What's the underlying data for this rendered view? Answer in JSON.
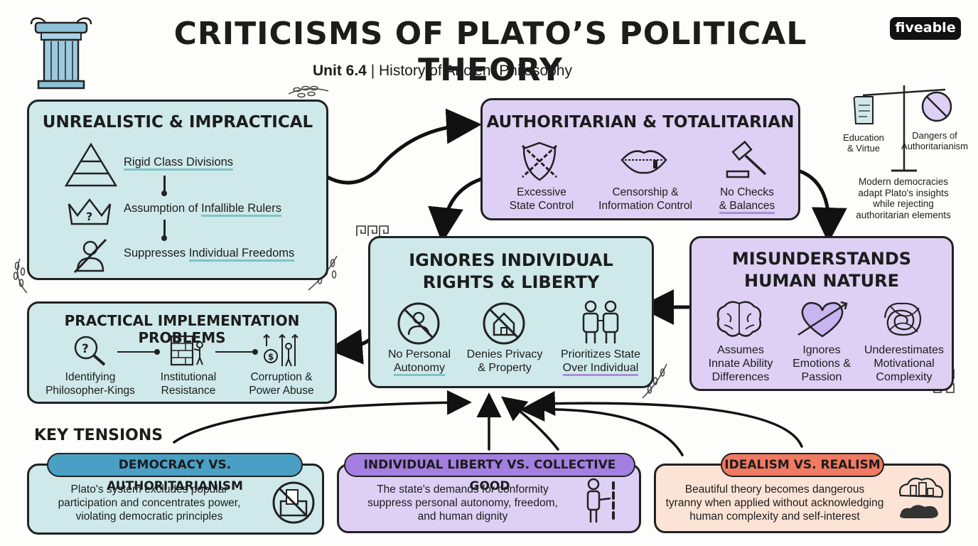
{
  "header": {
    "title": "CRITICISMS OF PLATO’S POLITICAL THEORY",
    "unit": "Unit 6.4",
    "separator": "|",
    "course": "History of Ancient Philosophy",
    "brand": "fiveable"
  },
  "unrealistic": {
    "title": "UNREALISTIC & IMPRACTICAL",
    "items": [
      {
        "icon": "pyramid-icon",
        "text": "Rigid Class Divisions"
      },
      {
        "icon": "crown-question-icon",
        "prefix": "Assumption of ",
        "underlined": "Infallible Rulers"
      },
      {
        "icon": "crossed-person-icon",
        "prefix": "Suppresses ",
        "underlined": "Individual Freedoms"
      }
    ]
  },
  "authoritarian": {
    "title": "AUTHORITARIAN & TOTALITARIAN",
    "items": [
      {
        "icon": "chained-shield-icon",
        "line1": "Excessive",
        "line2": "State Control"
      },
      {
        "icon": "zipped-mouth-icon",
        "line1": "Censorship &",
        "line2": "Information Control"
      },
      {
        "icon": "gavel-icon",
        "line1": "No Checks",
        "line2": "& Balances"
      }
    ]
  },
  "side_note": {
    "left_label_1": "Education",
    "left_label_2": "& Virtue",
    "right_label_1": "Dangers of",
    "right_label_2": "Authoritarianism",
    "caption_1": "Modern democracies",
    "caption_2": "adapt Plato's insights",
    "caption_3": "while rejecting",
    "caption_4": "authoritarian elements"
  },
  "ignores": {
    "title_1": "IGNORES INDIVIDUAL",
    "title_2": "RIGHTS & LIBERTY",
    "items": [
      {
        "icon": "no-person-icon",
        "line1": "No Personal",
        "line2": "Autonomy"
      },
      {
        "icon": "no-house-icon",
        "line1": "Denies Privacy",
        "line2": "& Property"
      },
      {
        "icon": "state-over-individual-icon",
        "line1": "Prioritizes State",
        "line2": "Over Individual"
      }
    ]
  },
  "misunderstands": {
    "title_1": "MISUNDERSTANDS",
    "title_2": "HUMAN NATURE",
    "items": [
      {
        "icon": "brain-icon",
        "line1": "Assumes",
        "line2": "Innate Ability",
        "line3": "Differences"
      },
      {
        "icon": "heart-arrow-icon",
        "line1": "Ignores",
        "line2": "Emotions &",
        "line3": "Passion"
      },
      {
        "icon": "tangle-icon",
        "line1": "Underestimates",
        "line2": "Motivational",
        "line3": "Complexity"
      }
    ]
  },
  "practical": {
    "title": "PRACTICAL IMPLEMENTATION PROBLEMS",
    "items": [
      {
        "icon": "magnifier-question-icon",
        "line1": "Identifying",
        "line2": "Philosopher-Kings"
      },
      {
        "icon": "brick-wall-icon",
        "line1": "Institutional",
        "line2": "Resistance"
      },
      {
        "icon": "money-power-icon",
        "line1": "Corruption &",
        "line2": "Power Abuse"
      }
    ]
  },
  "tensions": {
    "heading": "KEY TENSIONS",
    "items": [
      {
        "label": "DEMOCRACY VS. AUTHORITARIANISM",
        "color": "#4a9fc4",
        "text_1": "Plato's system excludes popular",
        "text_2": "participation and concentrates power,",
        "text_3": "violating democratic principles"
      },
      {
        "label": "INDIVIDUAL LIBERTY VS. COLLECTIVE GOOD",
        "color": "#a27fe0",
        "text_1": "The state's demands for conformity",
        "text_2": "suppress personal autonomy, freedom,",
        "text_3": "and human dignity"
      },
      {
        "label": "IDEALISM VS. REALISM",
        "color": "#f07a62",
        "text_1": "Beautiful theory becomes dangerous",
        "text_2": "tyranny when applied without acknowledging",
        "text_3": "human complexity and self-interest"
      }
    ]
  },
  "colors": {
    "teal": "#cfe9ea",
    "lavender": "#ddd0f4",
    "peach": "#fbe3d6"
  }
}
